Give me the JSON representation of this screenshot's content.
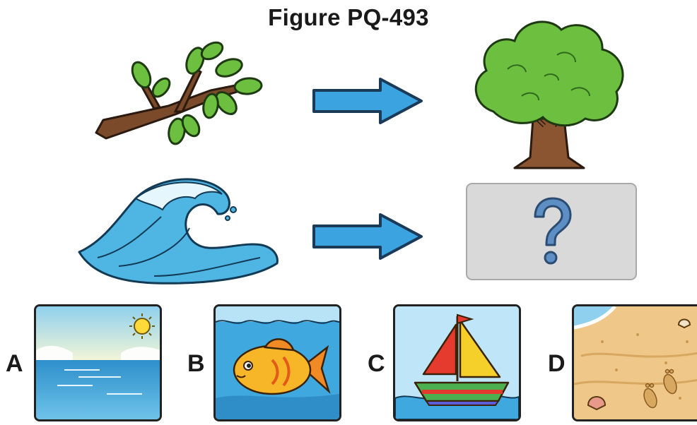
{
  "title": "Figure PQ-493",
  "question_mark": "?",
  "options": [
    {
      "label": "A",
      "image": "ocean-horizon-with-sun"
    },
    {
      "label": "B",
      "image": "fish-underwater"
    },
    {
      "label": "C",
      "image": "sailboat-on-water"
    },
    {
      "label": "D",
      "image": "sandy-beach-with-footprints"
    }
  ],
  "analogy": {
    "row1": {
      "source": "branch-icon",
      "target": "tree-icon"
    },
    "row2": {
      "source": "wave-icon",
      "target": "unknown-box"
    }
  },
  "colors": {
    "arrow": "#3aa3e0",
    "arrow_outline": "#1b3a57",
    "question_box": "#d9d9d9",
    "question_mark": "#5d8fc4"
  }
}
